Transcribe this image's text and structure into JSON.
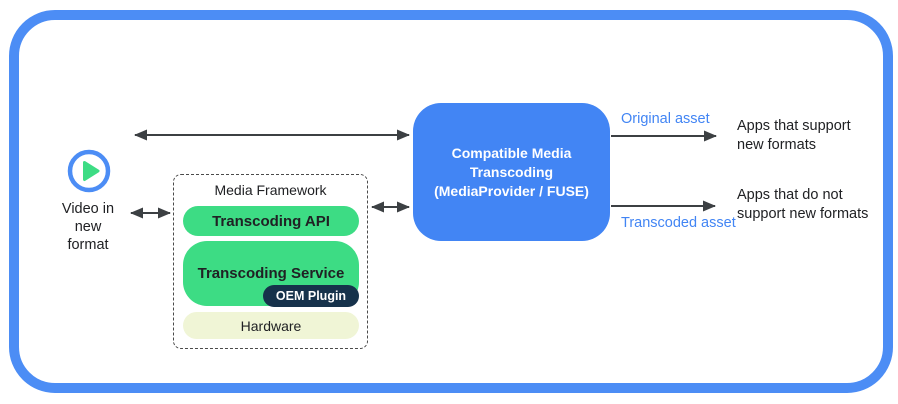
{
  "colors": {
    "frame_border_blue": "#4C8DF5",
    "transcoder_box_blue": "#4285F4",
    "asset_label_blue": "#4285F4",
    "pill_green": "#3DDC84",
    "oem_plugin_navy": "#16324B",
    "hardware_pill_pale": "#F0F5D6",
    "arrow_gray": "#3C4043"
  },
  "source": {
    "icon": "play-icon",
    "label": "Video in\nnew\nformat"
  },
  "framework": {
    "title": "Media Framework",
    "layers": [
      {
        "label": "Transcoding API"
      },
      {
        "label": "Transcoding Service",
        "plugin": "OEM Plugin"
      },
      {
        "label": "Hardware"
      }
    ]
  },
  "transcoder": {
    "label": "Compatible Media\nTranscoding\n(MediaProvider / FUSE)"
  },
  "outputs": {
    "original": {
      "path_label": "Original asset",
      "target": "Apps that support\nnew formats"
    },
    "transcoded": {
      "path_label": "Transcoded asset",
      "target": "Apps that do not\nsupport new formats"
    }
  }
}
